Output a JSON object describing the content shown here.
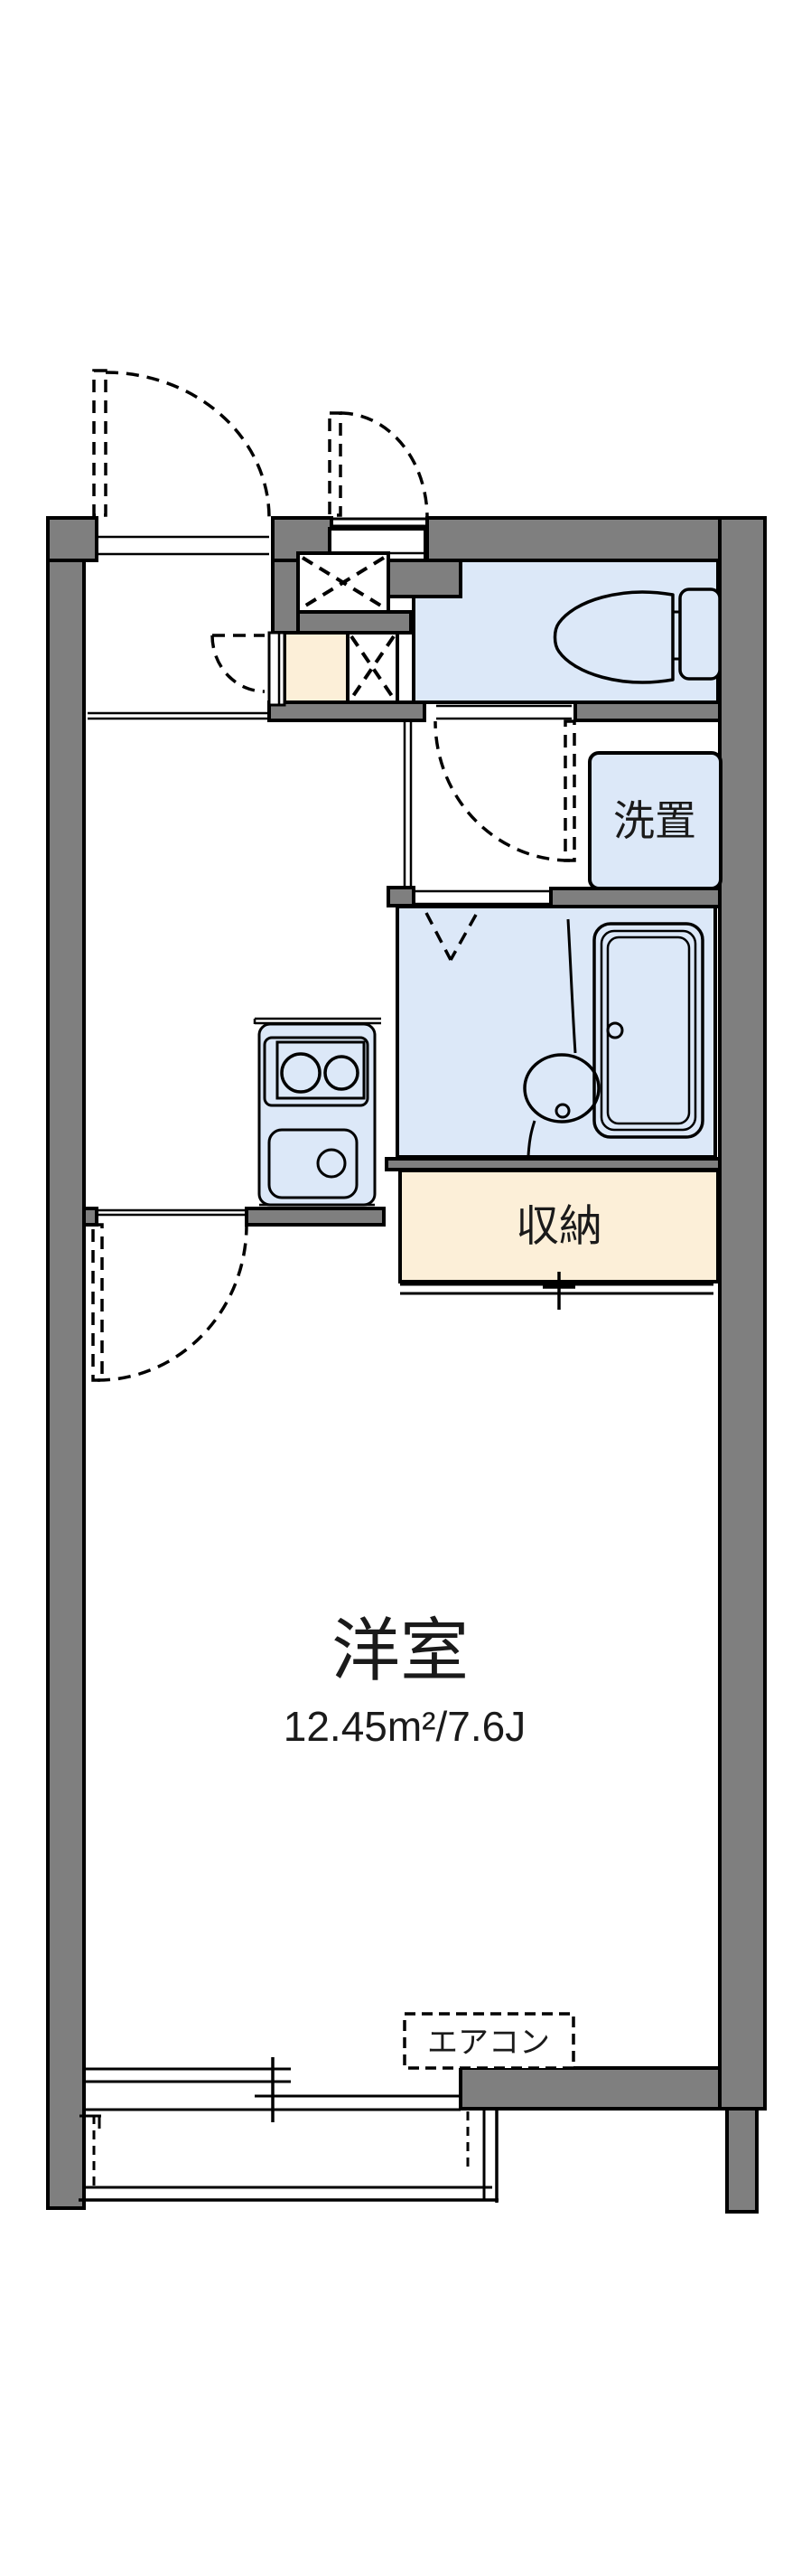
{
  "document": {
    "kind": "apartment-floor-plan"
  },
  "colors": {
    "bg": "#ffffff",
    "wall": "#7f7f7f",
    "water": "#dce8f8",
    "storage": "#fcefd8",
    "line": "#000000"
  },
  "labels": {
    "washer": "洗置",
    "storage": "収納",
    "main_room": "洋室",
    "main_room_size": "12.45m²/7.6J",
    "aircon": "エアコン"
  },
  "rooms": [
    {
      "name": "entrance-genkan",
      "label": ""
    },
    {
      "name": "toilet",
      "label": ""
    },
    {
      "name": "washer-space",
      "label": "洗置"
    },
    {
      "name": "kitchen",
      "label": ""
    },
    {
      "name": "unit-bath",
      "label": ""
    },
    {
      "name": "storage-closet",
      "label": "収納"
    },
    {
      "name": "western-room",
      "label": "洋室",
      "size": "12.45m²/7.6J"
    },
    {
      "name": "balcony",
      "label": ""
    }
  ],
  "fixtures": [
    "entrance-door",
    "toilet-bowl-icon",
    "toilet-tank-icon",
    "washing-machine-pan-icon",
    "two-burner-stove-icon",
    "kitchen-sink-icon",
    "bathtub-icon",
    "wash-basin-icon",
    "pipe-space-x-box",
    "shoe-cabinet",
    "sliding-window",
    "air-conditioner-position",
    "door-swing-arc",
    "folding-bath-door"
  ]
}
